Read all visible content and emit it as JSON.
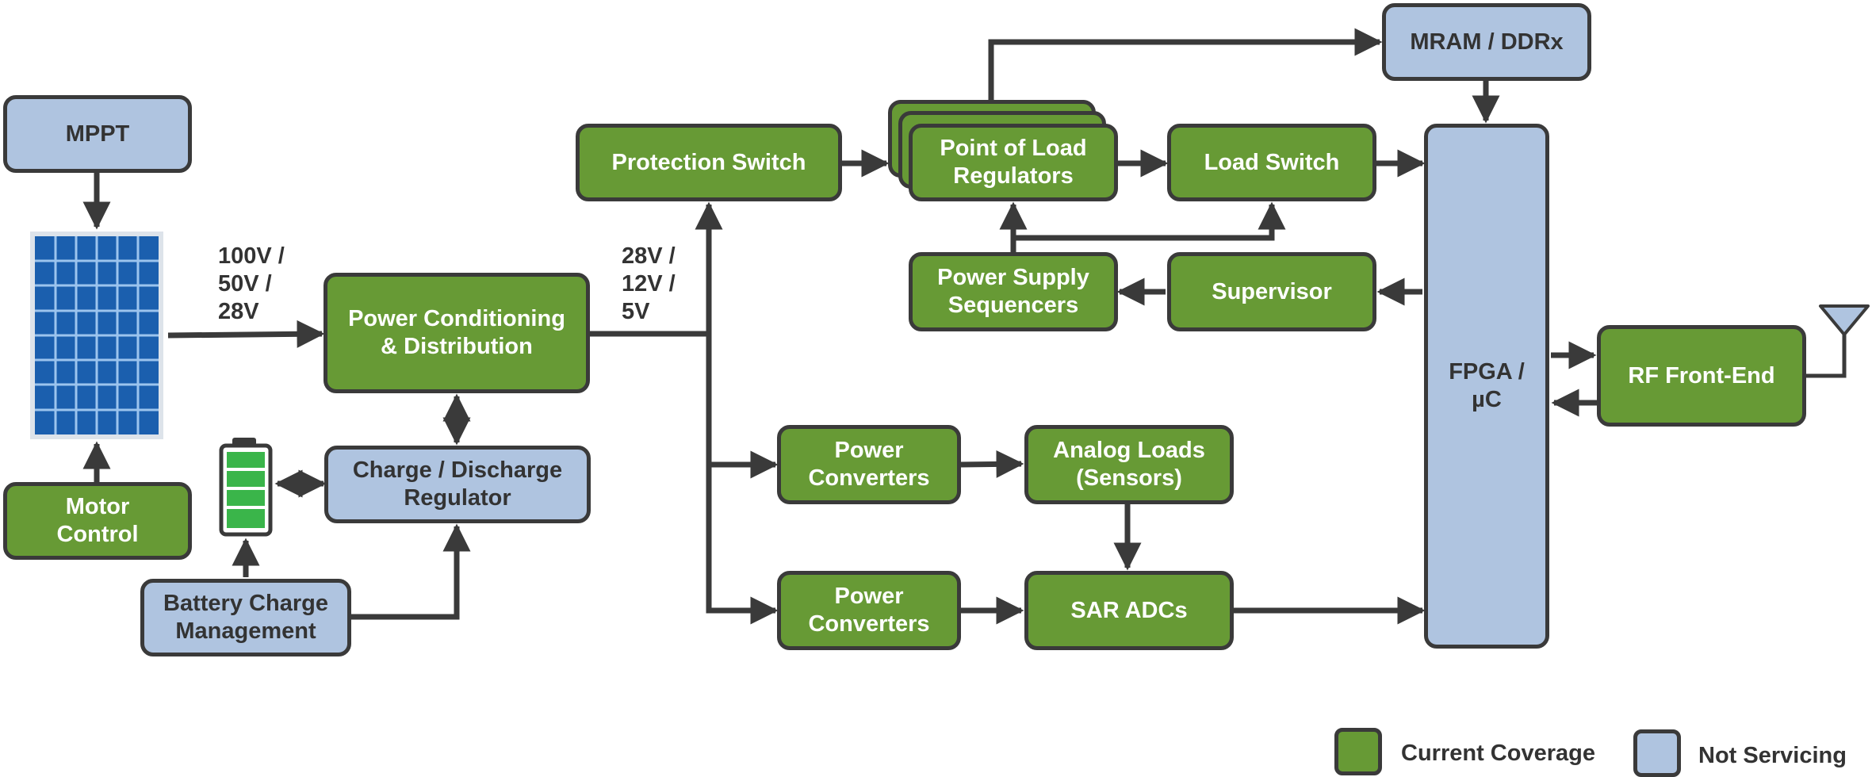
{
  "colors": {
    "current_coverage": "#679a35",
    "not_servicing": "#afc4e0",
    "line": "#3a3a3a"
  },
  "blocks": {
    "mppt": "MPPT",
    "motor_control": "Motor\nControl",
    "battery_charge_management": "Battery Charge\nManagement",
    "charge_discharge_regulator": "Charge / Discharge\nRegulator",
    "power_conditioning": "Power Conditioning\n& Distribution",
    "protection_switch": "Protection Switch",
    "point_of_load_regulators": "Point of Load\nRegulators",
    "load_switch": "Load Switch",
    "power_supply_sequencers": "Power Supply\nSequencers",
    "supervisor": "Supervisor",
    "mram_ddrx": "MRAM / DDRx",
    "fpga_uc": "FPGA /\nµC",
    "rf_front_end": "RF Front-End",
    "power_converters_1": "Power\nConverters",
    "power_converters_2": "Power\nConverters",
    "analog_loads": "Analog Loads\n(Sensors)",
    "sar_adcs": "SAR ADCs"
  },
  "voltages": {
    "input": "100V /\n50V /\n28V",
    "bus": "28V /\n12V /\n5V"
  },
  "legend": {
    "current": "Current Coverage",
    "not_servicing": "Not Servicing"
  },
  "icons": [
    "solar-panel-icon",
    "battery-icon",
    "antenna-icon"
  ]
}
